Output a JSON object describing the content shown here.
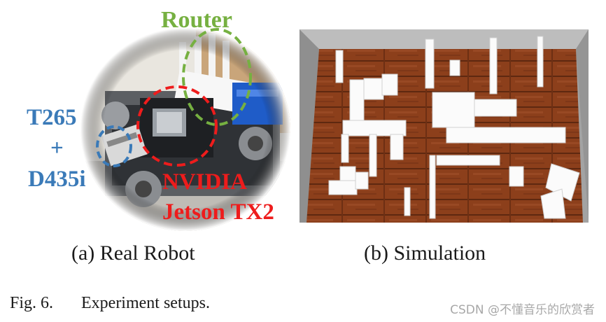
{
  "panels": {
    "real_robot": {
      "labels": {
        "router": "Router",
        "t265": "T265",
        "plus": "+",
        "d435i": "D435i",
        "nvidia": "NVIDIA",
        "jetson": "Jetson TX2"
      },
      "colors": {
        "router": "#76b041",
        "sensors": "#3a7ab8",
        "compute": "#ee1c1c"
      },
      "caption": "(a) Real Robot"
    },
    "simulation": {
      "caption": "(b) Simulation"
    }
  },
  "figure": {
    "number": "Fig. 6.",
    "caption": "Experiment setups."
  },
  "watermark": "CSDN @不懂音乐的欣赏者"
}
